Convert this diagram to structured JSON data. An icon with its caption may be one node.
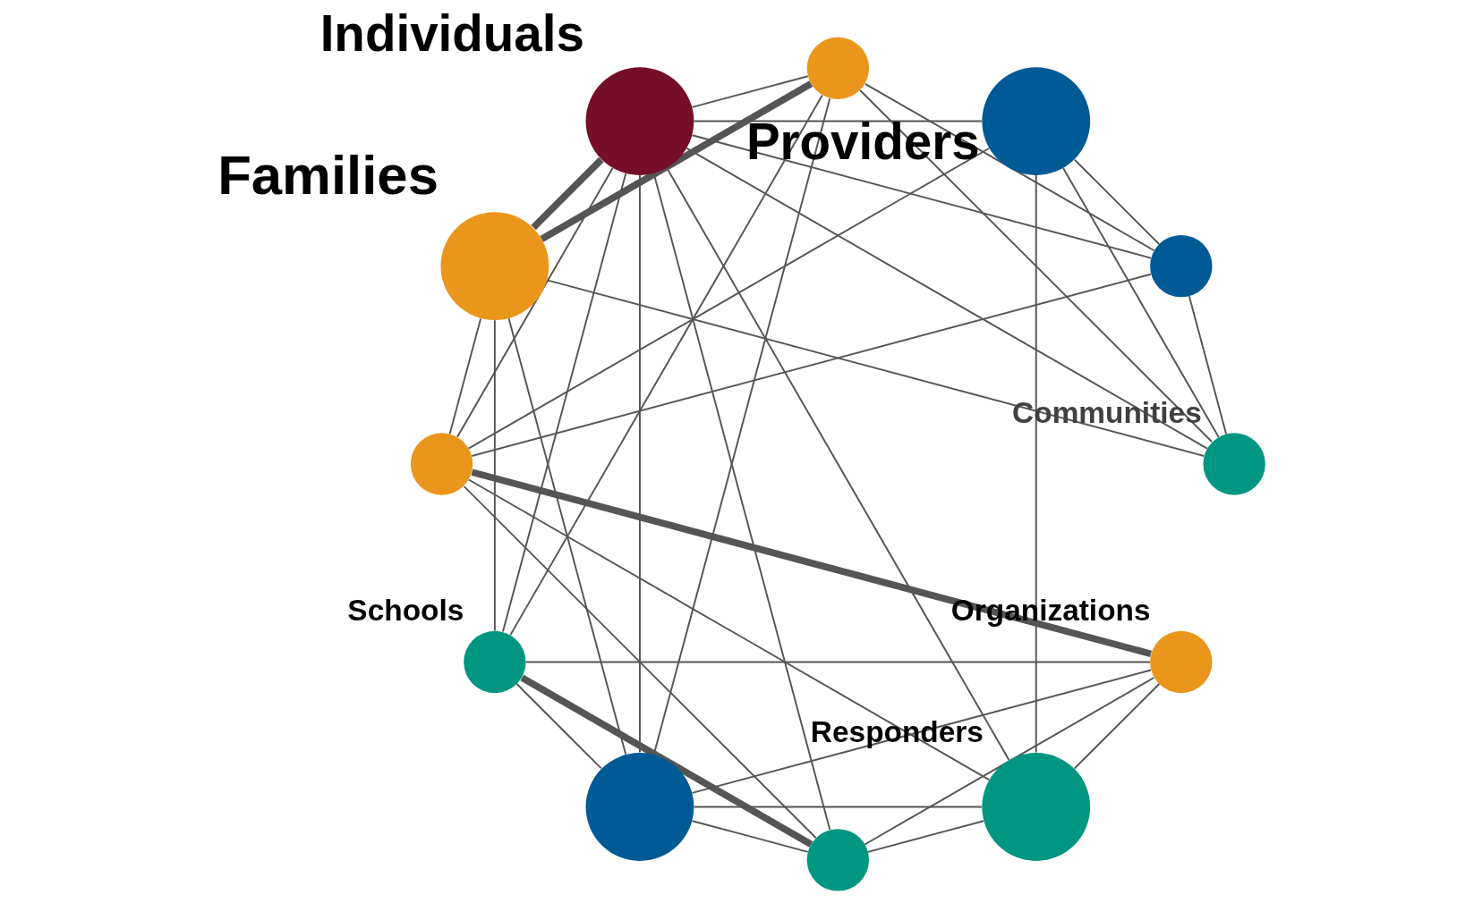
{
  "diagram": {
    "nodes": [
      {
        "text": [],
        "shape": "circle",
        "beside": [
          "Communities"
        ]
      },
      {
        "text": [],
        "shape": "circle",
        "beside": [
          "Providers"
        ]
      },
      {
        "text": [],
        "shape": "circle"
      },
      {
        "text": [],
        "shape": "circle"
      },
      {
        "text": [],
        "shape": "circle",
        "beside": [
          "Individuals"
        ]
      },
      {
        "text": [],
        "shape": "circle"
      },
      {
        "text": [],
        "shape": "circle",
        "beside": [
          "Families"
        ]
      },
      {
        "text": [],
        "shape": "circle"
      },
      {
        "text": [],
        "shape": "circle",
        "beside": [
          "Responders"
        ]
      },
      {
        "text": [],
        "shape": "circle",
        "beside": [
          "Schools"
        ]
      },
      {
        "text": [],
        "shape": "circle"
      },
      {
        "text": [],
        "shape": "circle",
        "beside": [
          "Organizations"
        ]
      }
    ],
    "edges": [
      {
        "from": 0,
        "to": 1,
        "arrow": "none"
      },
      {
        "from": 0,
        "to": 2,
        "arrow": "none"
      },
      {
        "from": 0,
        "to": 4,
        "arrow": "none"
      },
      {
        "from": 0,
        "to": 3,
        "arrow": "none"
      },
      {
        "from": 0,
        "to": 6,
        "arrow": "none"
      },
      {
        "from": 2,
        "to": 1,
        "arrow": "none"
      },
      {
        "from": 2,
        "to": 3,
        "arrow": "none"
      },
      {
        "from": 2,
        "to": 4,
        "arrow": "none"
      },
      {
        "from": 2,
        "to": 5,
        "arrow": "none"
      },
      {
        "from": 1,
        "to": 4,
        "arrow": "none"
      },
      {
        "from": 1,
        "to": 5,
        "arrow": "none"
      },
      {
        "from": 1,
        "to": 8,
        "arrow": "none"
      },
      {
        "from": 3,
        "to": 4,
        "arrow": "none"
      },
      {
        "from": 3,
        "to": 6,
        "arrow": "none",
        "style": "thick"
      },
      {
        "from": 3,
        "to": 9,
        "arrow": "none"
      },
      {
        "from": 3,
        "to": 10,
        "arrow": "none"
      },
      {
        "from": 4,
        "to": 6,
        "arrow": "none",
        "style": "thick"
      },
      {
        "from": 4,
        "to": 7,
        "arrow": "none"
      },
      {
        "from": 4,
        "to": 8,
        "arrow": "none"
      },
      {
        "from": 4,
        "to": 5,
        "arrow": "none"
      },
      {
        "from": 4,
        "to": 9,
        "arrow": "none"
      },
      {
        "from": 4,
        "to": 10,
        "arrow": "none"
      },
      {
        "from": 6,
        "to": 5,
        "arrow": "none"
      },
      {
        "from": 6,
        "to": 9,
        "arrow": "none"
      },
      {
        "from": 6,
        "to": 10,
        "arrow": "none"
      },
      {
        "from": 5,
        "to": 7,
        "arrow": "none"
      },
      {
        "from": 5,
        "to": 8,
        "arrow": "none"
      },
      {
        "from": 5,
        "to": 11,
        "arrow": "none",
        "style": "thick"
      },
      {
        "from": 7,
        "to": 8,
        "arrow": "none"
      },
      {
        "from": 7,
        "to": 9,
        "arrow": "none",
        "style": "thick"
      },
      {
        "from": 7,
        "to": 10,
        "arrow": "none"
      },
      {
        "from": 7,
        "to": 11,
        "arrow": "none"
      },
      {
        "from": 8,
        "to": 10,
        "arrow": "none"
      },
      {
        "from": 8,
        "to": 11,
        "arrow": "none"
      },
      {
        "from": 9,
        "to": 10,
        "arrow": "none"
      },
      {
        "from": 9,
        "to": 11,
        "arrow": "none"
      },
      {
        "from": 10,
        "to": 11,
        "arrow": "none"
      }
    ]
  }
}
